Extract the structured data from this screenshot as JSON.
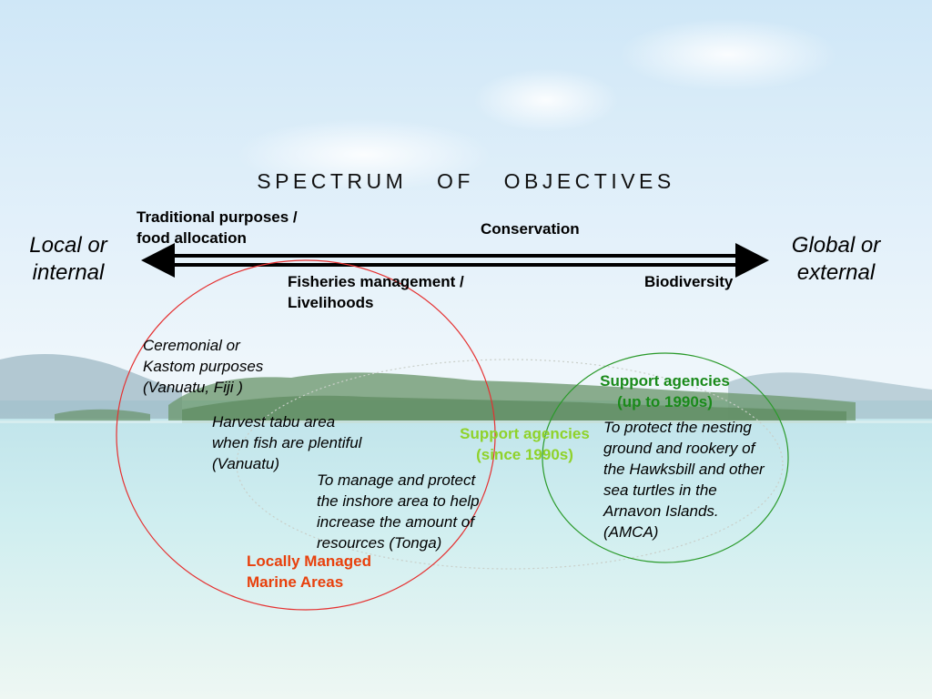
{
  "title": "SPECTRUM   OF   OBJECTIVES",
  "axis": {
    "left_label": "Local or\ninternal",
    "right_label": "Global or\nexternal"
  },
  "spectrum_labels": {
    "traditional": "Traditional purposes /\nfood allocation",
    "conservation": "Conservation",
    "fisheries": "Fisheries management /\nLivelihoods",
    "biodiversity": "Biodiversity"
  },
  "examples": {
    "ceremonial": "Ceremonial or\nKastom purposes\n(Vanuatu, Fiji )",
    "harvest": "Harvest tabu area\nwhen fish are plentiful\n(Vanuatu)",
    "manage": "To manage and protect\nthe inshore area to help\nincrease the amount of\nresources (Tonga)",
    "protect": "To protect the nesting\nground and rookery of\nthe Hawksbill and other\nsea turtles in the\nArnavon Islands.\n(AMCA)"
  },
  "groups": {
    "support_1990s": "Support agencies\n(up to 1990s)",
    "support_since": "Support agencies\n(since 1990s)",
    "lmma": "Locally Managed\nMarine Areas"
  },
  "colors": {
    "lmma_circle": "#e53030",
    "support_circle": "#2a9a2a",
    "support_since_text": "#8fd22a",
    "lmma_text": "#e8400c"
  }
}
